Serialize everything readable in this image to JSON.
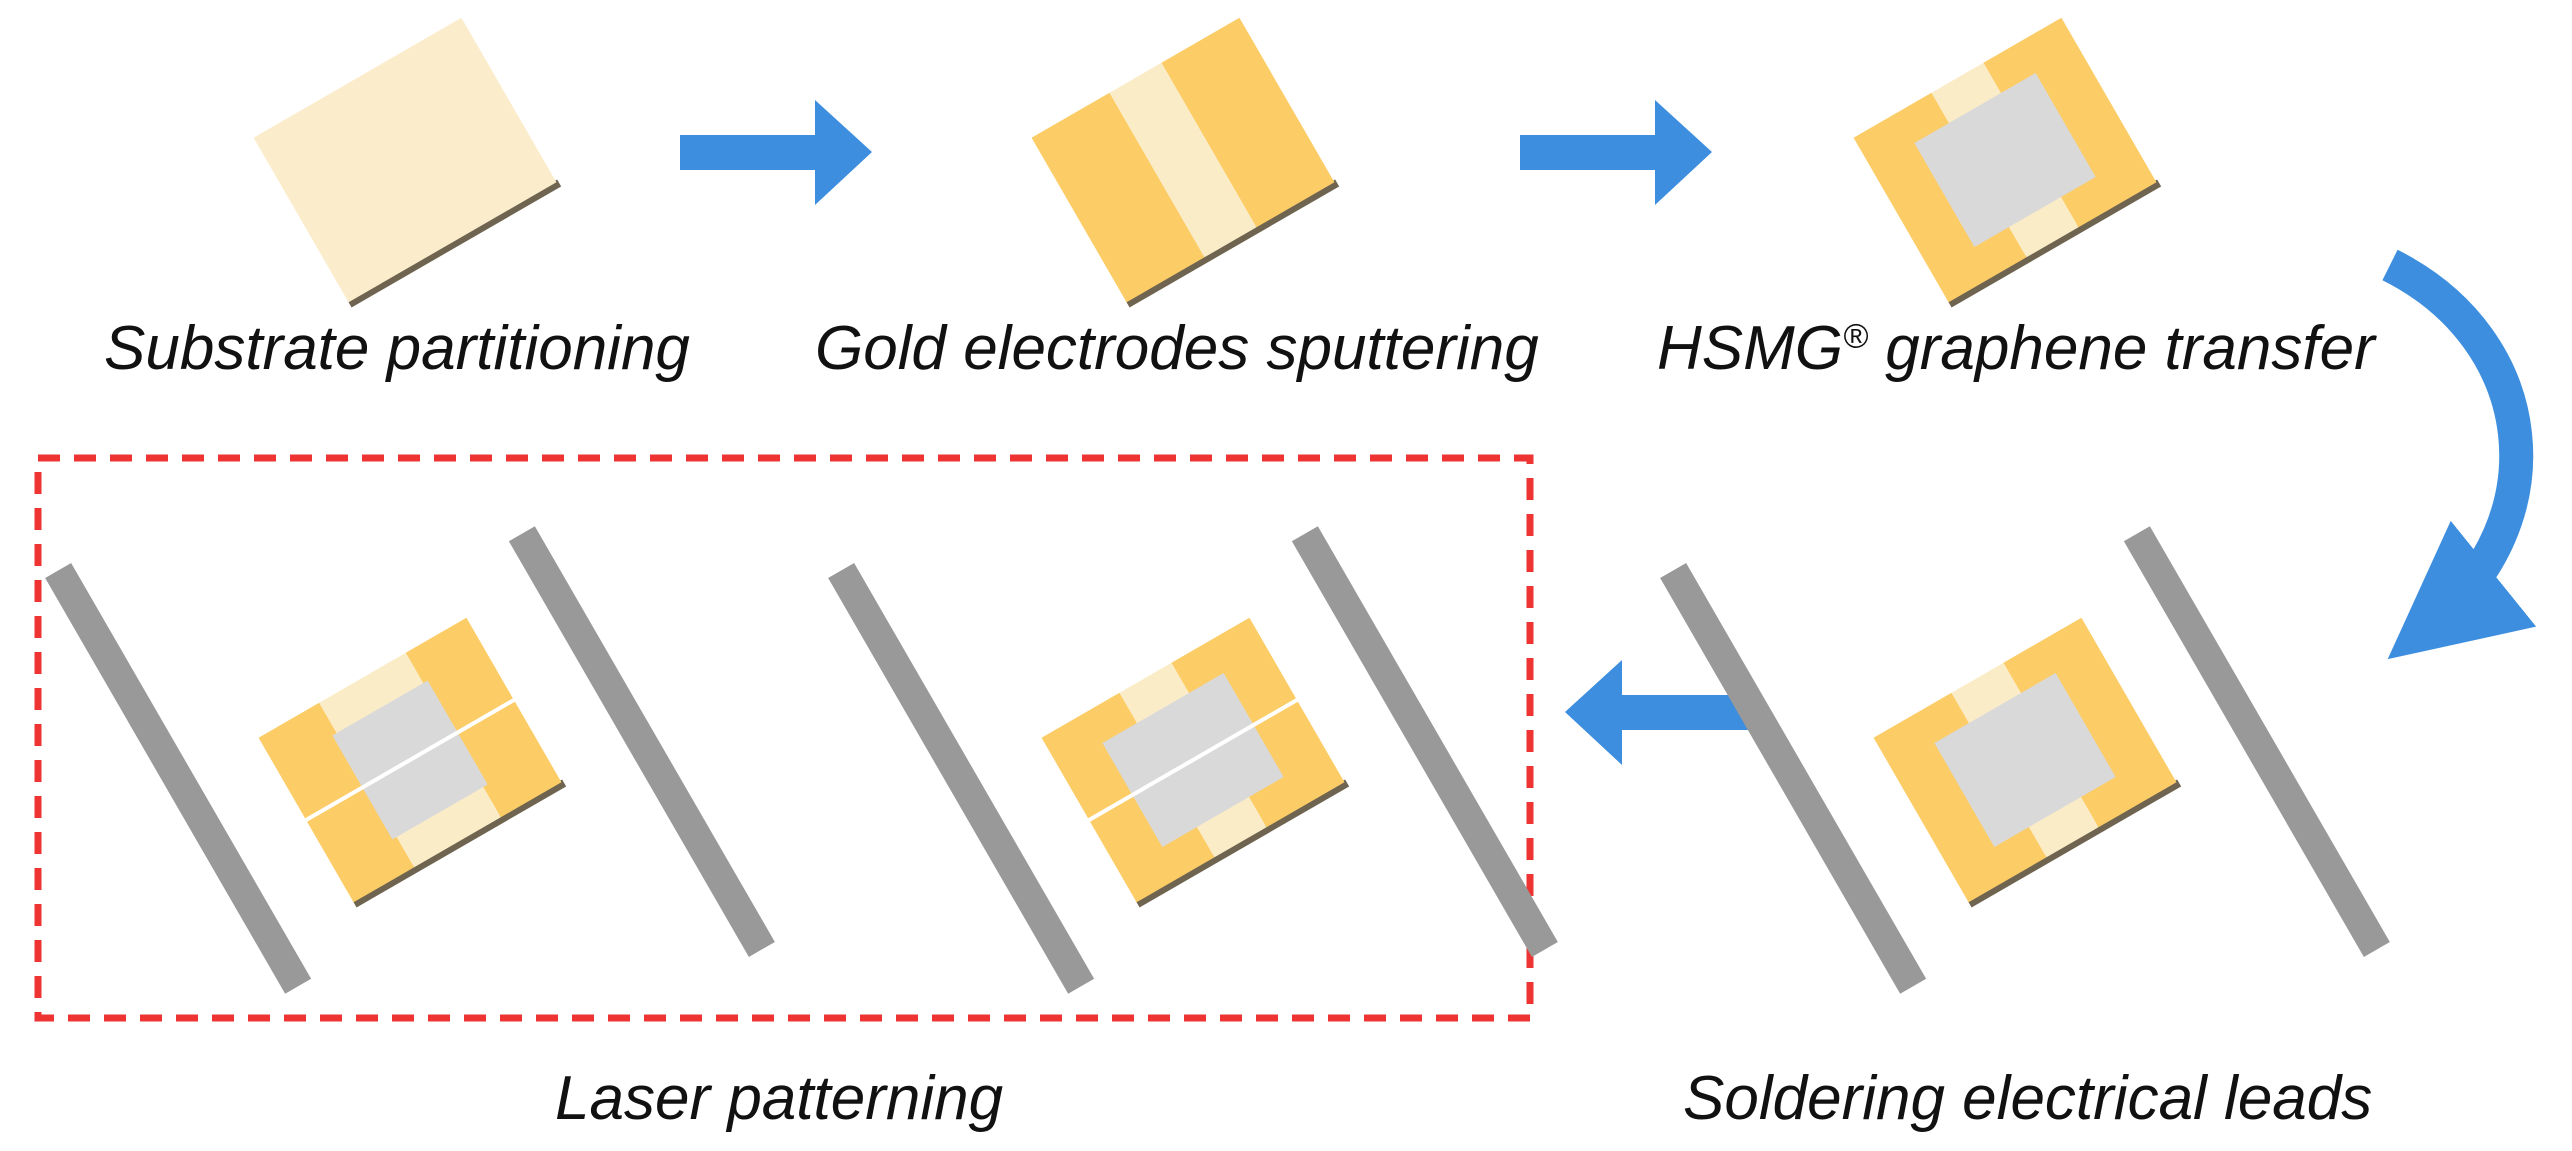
{
  "colors": {
    "substrate": "#fbeccb",
    "substrate_edge": "#6e6450",
    "gold": "#fccc66",
    "gold_light": "#fbecc8",
    "graphene": "#d9d9d9",
    "lead": "#999999",
    "arrow": "#3d8ede",
    "frame": "#ee3333"
  },
  "steps": {
    "step1": "Substrate partitioning",
    "step2": "Gold electrodes sputtering",
    "step3_main": "HSMG",
    "step3_mark": "®",
    "step3_rest": " graphene transfer",
    "step4": "Soldering electrical leads",
    "step5": "Laser patterning"
  },
  "icons": {
    "flow_arrow": "arrow-right-icon",
    "curved_arrow": "curved-arrow-down-icon",
    "back_arrow": "arrow-left-icon"
  }
}
